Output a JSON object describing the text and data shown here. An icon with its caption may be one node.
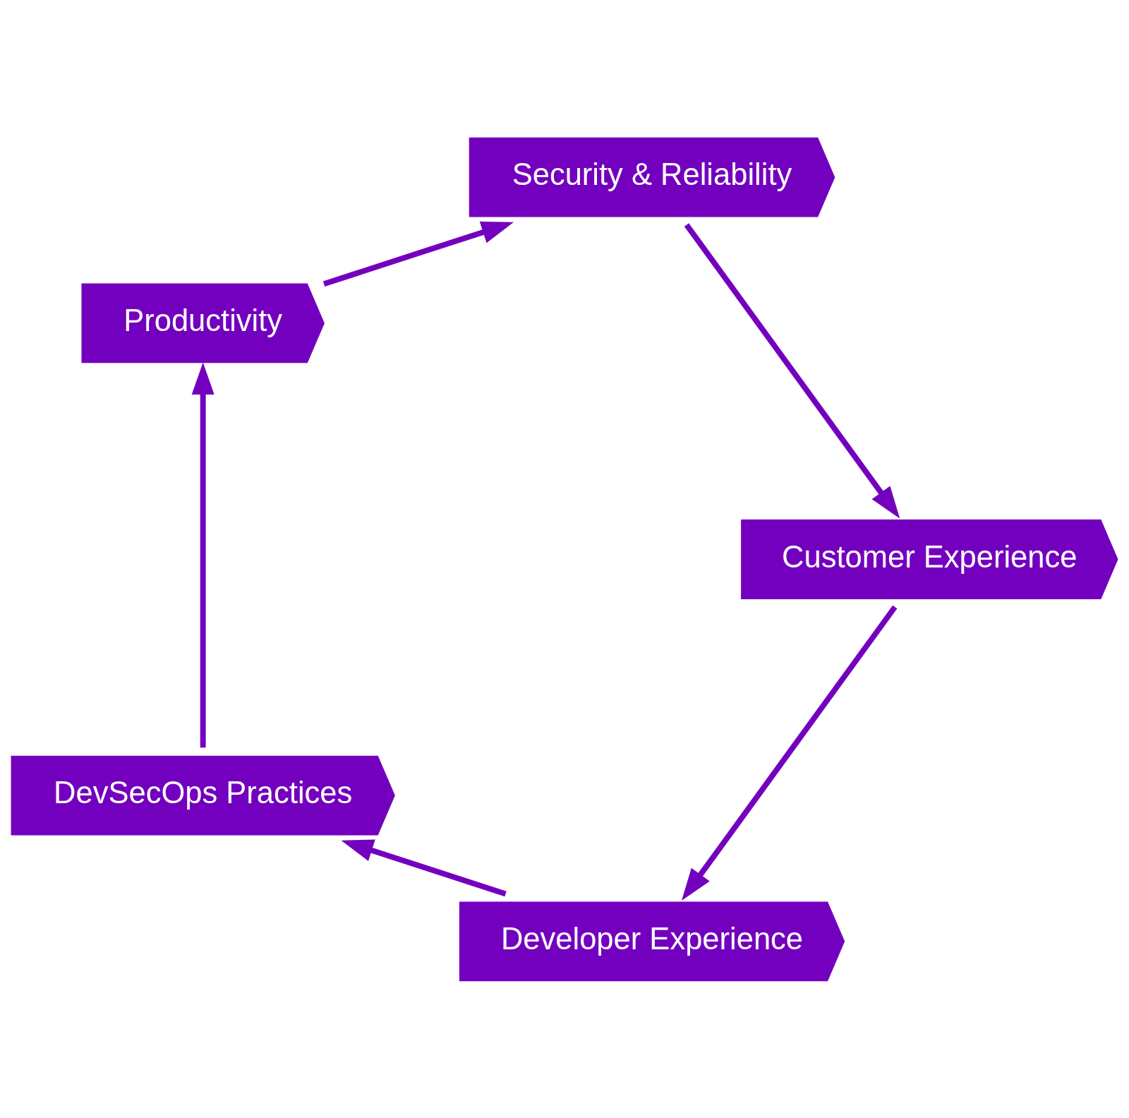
{
  "diagram": {
    "nodes": [
      {
        "text": [
          "Developer Experience"
        ]
      },
      {
        "text": [
          "DevSecOps Practices"
        ]
      },
      {
        "text": [
          "Productivity"
        ]
      },
      {
        "text": [
          "Security & Reliability"
        ]
      },
      {
        "text": [
          "Customer Experience"
        ]
      }
    ],
    "edges": [
      {
        "from": 0,
        "to": 1,
        "arrow": "to"
      },
      {
        "from": 1,
        "to": 2,
        "arrow": "to"
      },
      {
        "from": 2,
        "to": 3,
        "arrow": "to"
      },
      {
        "from": 3,
        "to": 4,
        "arrow": "to"
      },
      {
        "from": 4,
        "to": 0,
        "arrow": "to"
      }
    ]
  }
}
